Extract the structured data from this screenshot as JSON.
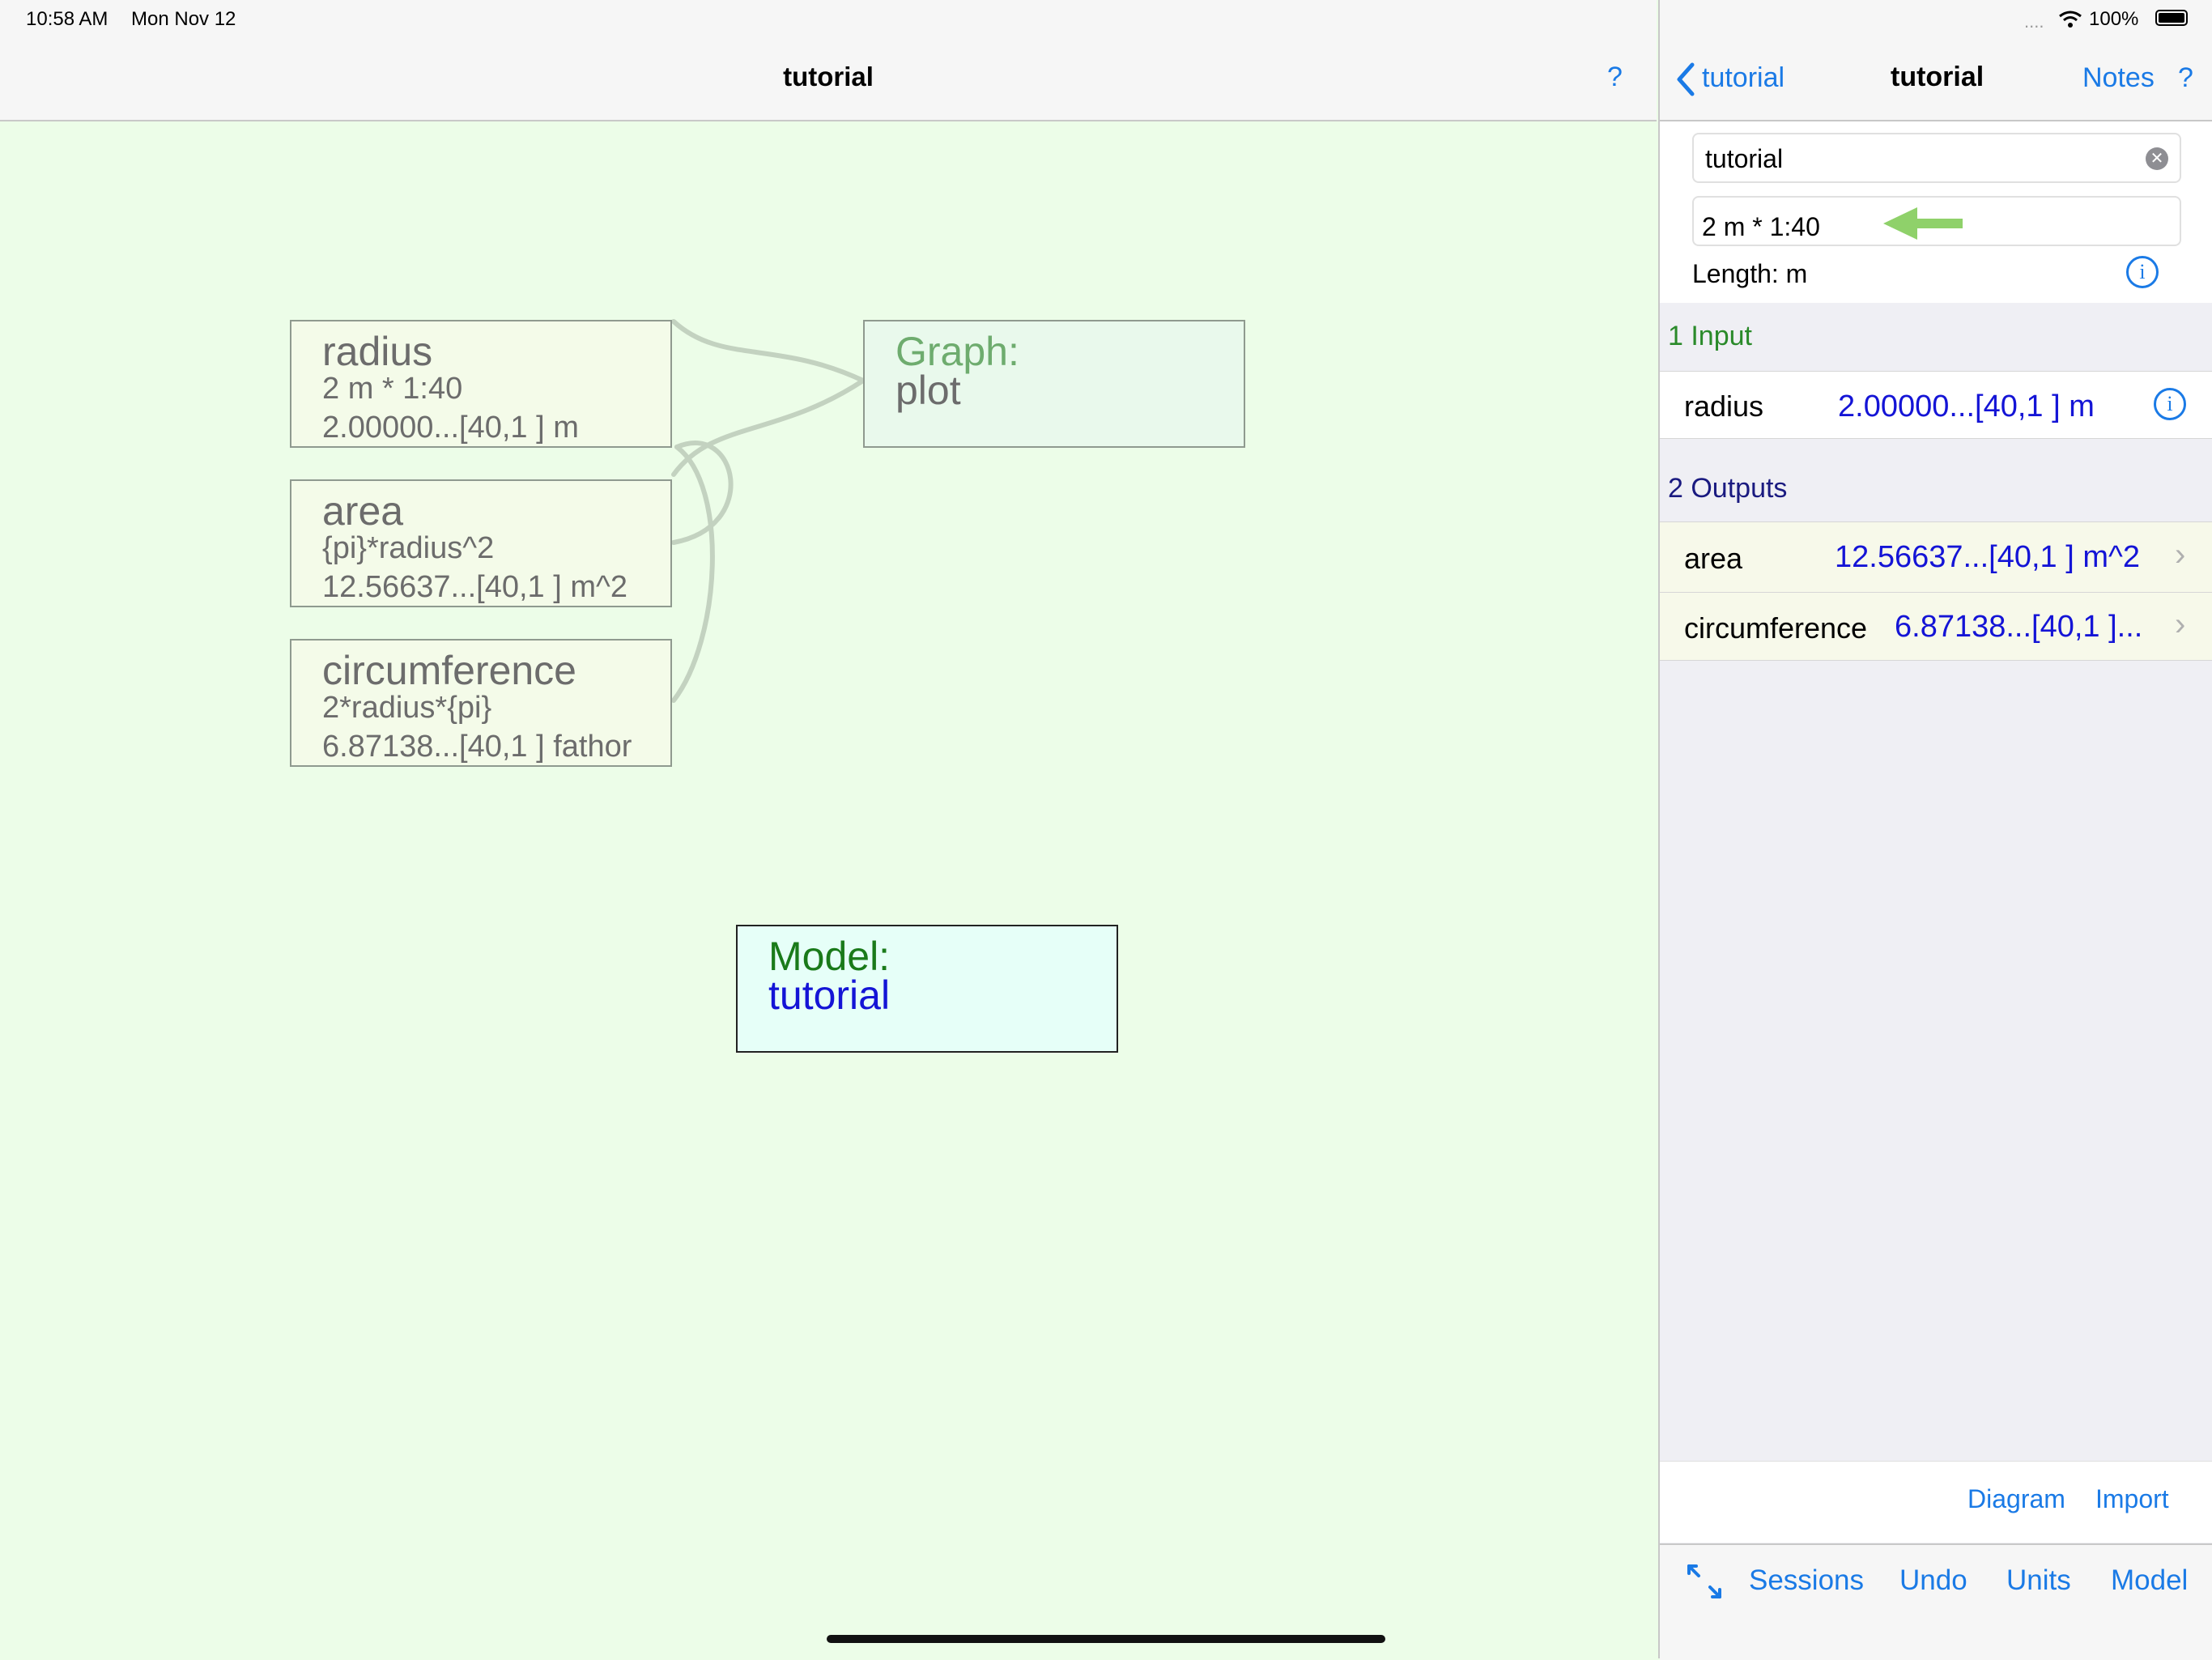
{
  "status_bar": {
    "time": "10:58 AM",
    "date": "Mon Nov 12",
    "signal": "....",
    "battery": "100%"
  },
  "left_nav": {
    "title": "tutorial",
    "help": "?"
  },
  "diagram": {
    "nodes": [
      {
        "title": "radius",
        "formula": "2 m * 1:40",
        "value": "2.00000...[40,1 ] m"
      },
      {
        "title": "area",
        "formula": "{pi}*radius^2",
        "value": "12.56637...[40,1 ] m^2"
      },
      {
        "title": "circumference",
        "formula": "2*radius*{pi}",
        "value": "6.87138...[40,1 ] fathor"
      }
    ],
    "graph": {
      "label": "Graph:",
      "name": "plot"
    },
    "model": {
      "label": "Model:",
      "name": "tutorial"
    },
    "colors": {
      "canvas": "#ecfde8",
      "node_text": "#6c6c6c",
      "model_label": "#1a7a1a",
      "model_name": "#1414d6",
      "connector": "#c3d2c0"
    }
  },
  "right_nav": {
    "back": "tutorial",
    "title": "tutorial",
    "notes": "Notes",
    "help": "?"
  },
  "editor": {
    "name_value": "tutorial",
    "formula_value": "2 m * 1:40",
    "unit_info": "Length: m"
  },
  "inputs": {
    "header": "1 Input",
    "items": [
      {
        "name": "radius",
        "value": "2.00000...[40,1 ] m"
      }
    ]
  },
  "outputs": {
    "header": "2 Outputs",
    "items": [
      {
        "name": "area",
        "value": "12.56637...[40,1 ] m^2"
      },
      {
        "name": "circumference",
        "value": "6.87138...[40,1 ]..."
      }
    ]
  },
  "bottom_links": {
    "diagram": "Diagram",
    "import": "Import"
  },
  "toolbar": {
    "sessions": "Sessions",
    "undo": "Undo",
    "units": "Units",
    "model": "Model"
  },
  "icons": {
    "expand": "expand-arrows-icon",
    "info": "info-icon",
    "clear": "clear-icon",
    "back": "chevron-left-icon",
    "annotation": "green-arrow-icon"
  },
  "theme": {
    "accent": "#1a7ae6",
    "value_blue": "#1414d6",
    "input_header": "#2a8a2a",
    "output_header": "#1a1a80",
    "arrow_green": "#8fd16a"
  }
}
